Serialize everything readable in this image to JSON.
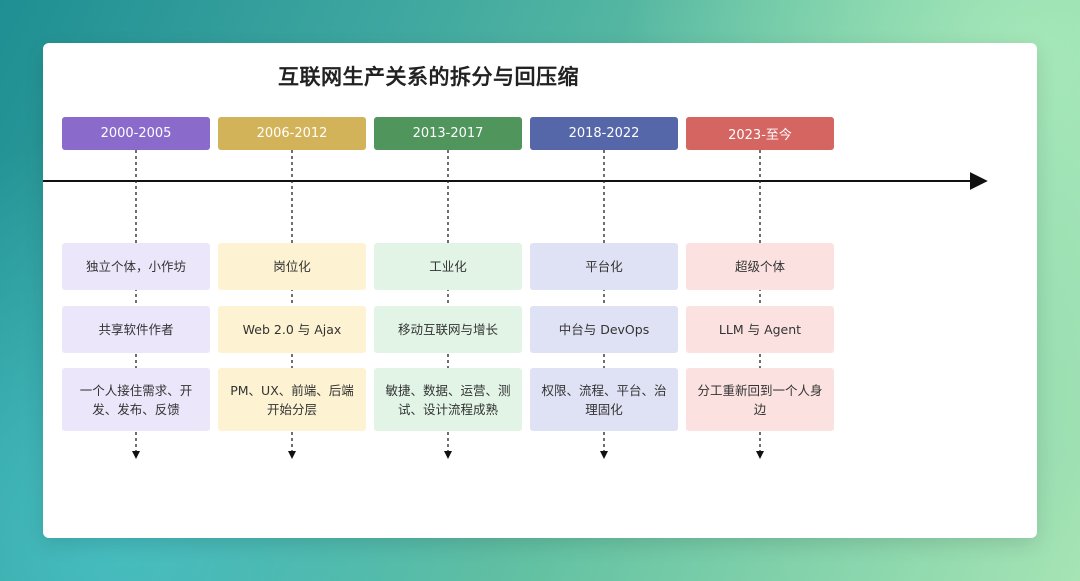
{
  "title": "互联网生产关系的拆分与回压缩",
  "eras": [
    {
      "period": "2000-2005",
      "head_color": "#8a6bcc",
      "box_color": "#ece6fb",
      "stage": "独立个体，小作坊",
      "theme": "共享软件作者",
      "detail": "一个人接住需求、开发、发布、反馈"
    },
    {
      "period": "2006-2012",
      "head_color": "#d3b35a",
      "box_color": "#fdf2d2",
      "stage": "岗位化",
      "theme": "Web 2.0 与 Ajax",
      "detail": "PM、UX、前端、后端开始分层"
    },
    {
      "period": "2013-2017",
      "head_color": "#4f955c",
      "box_color": "#e2f4e6",
      "stage": "工业化",
      "theme": "移动互联网与增长",
      "detail": "敏捷、数据、运营、测试、设计流程成熟"
    },
    {
      "period": "2018-2022",
      "head_color": "#5566a9",
      "box_color": "#dfe2f4",
      "stage": "平台化",
      "theme": "中台与 DevOps",
      "detail": "权限、流程、平台、治理固化"
    },
    {
      "period": "2023-至今",
      "head_color": "#d56560",
      "box_color": "#fbe2e1",
      "stage": "超级个体",
      "theme": "LLM 与 Agent",
      "detail": "分工重新回到一个人身边"
    }
  ]
}
